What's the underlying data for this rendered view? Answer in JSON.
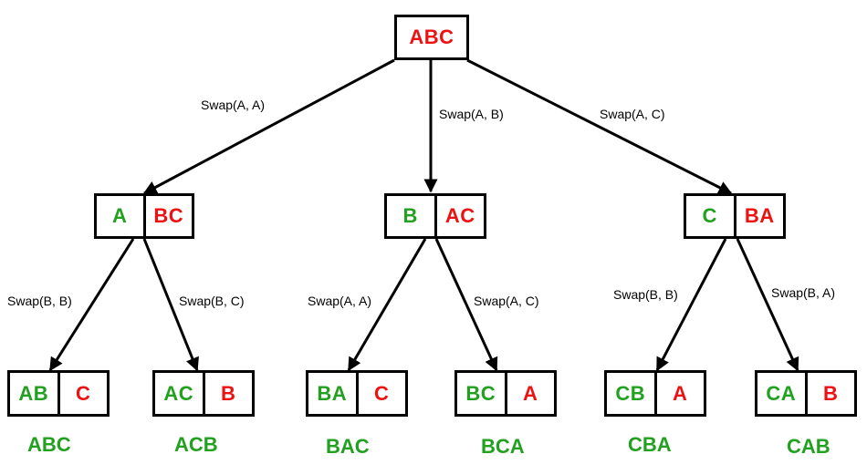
{
  "colors": {
    "fixed": "#22a020",
    "remaining": "#ee1111",
    "stroke": "#000000"
  },
  "root": {
    "rest": "ABC"
  },
  "edge_labels": {
    "root_left": "Swap(A, A)",
    "root_mid": "Swap(A, B)",
    "root_right": "Swap(A, C)",
    "a_left": "Swap(B, B)",
    "a_right": "Swap(B, C)",
    "b_left": "Swap(A, A)",
    "b_right": "Swap(A, C)",
    "c_left": "Swap(B, B)",
    "c_right": "Swap(B, A)"
  },
  "level1": [
    {
      "fixed": "A",
      "rest": "BC"
    },
    {
      "fixed": "B",
      "rest": "AC"
    },
    {
      "fixed": "C",
      "rest": "BA"
    }
  ],
  "leaves": [
    {
      "fixed": "AB",
      "rest": "C",
      "result": "ABC"
    },
    {
      "fixed": "AC",
      "rest": "B",
      "result": "ACB"
    },
    {
      "fixed": "BA",
      "rest": "C",
      "result": "BAC"
    },
    {
      "fixed": "BC",
      "rest": "A",
      "result": "BCA"
    },
    {
      "fixed": "CB",
      "rest": "A",
      "result": "CBA"
    },
    {
      "fixed": "CA",
      "rest": "B",
      "result": "CAB"
    }
  ]
}
